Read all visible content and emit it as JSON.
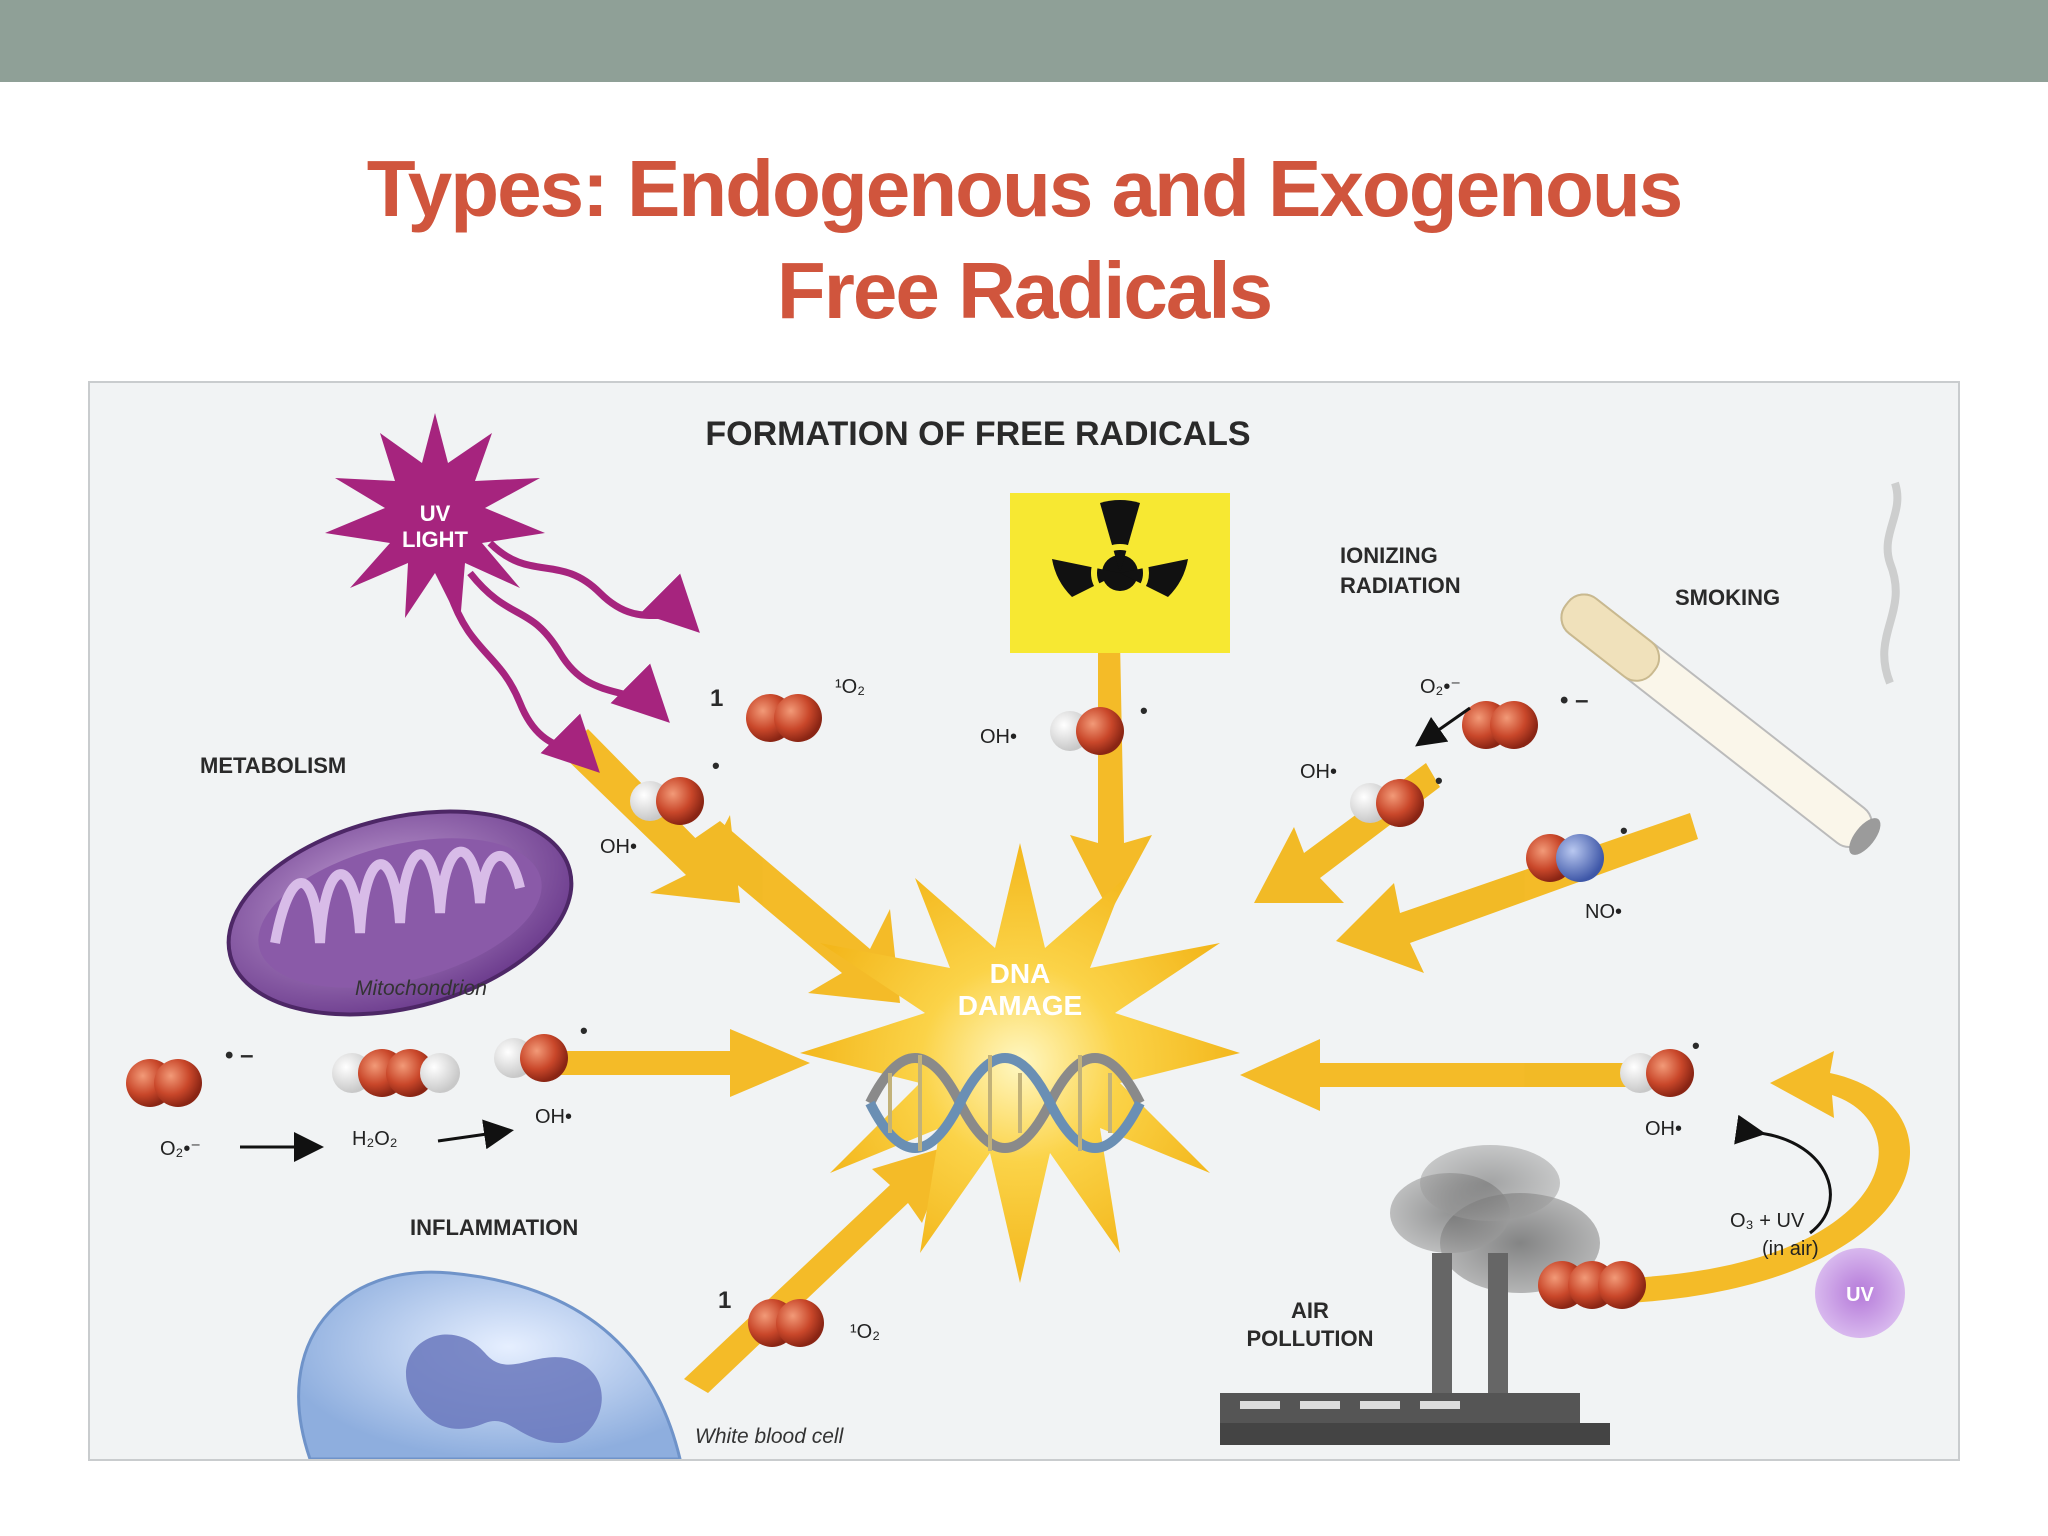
{
  "slide": {
    "title_line1": "Types: Endogenous and Exogenous",
    "title_line2": "Free Radicals"
  },
  "diagram": {
    "heading": "FORMATION OF FREE RADICALS",
    "center_line1": "DNA",
    "center_line2": "DAMAGE",
    "sources": {
      "uv_line1": "UV",
      "uv_line2": "LIGHT",
      "ionizing_line1": "IONIZING",
      "ionizing_line2": "RADIATION",
      "smoking": "SMOKING",
      "metabolism": "METABOLISM",
      "mitochondrion": "Mitochondrion",
      "inflammation": "INFLAMMATION",
      "white_blood_cell": "White blood cell",
      "air_line1": "AIR",
      "air_line2": "POLLUTION",
      "uv_small": "UV"
    },
    "molecules": {
      "singlet_number": "1",
      "singlet_o2": "¹O₂",
      "oh_radical": "OH•",
      "superoxide": "O₂•⁻",
      "dot_minus": "• –",
      "dot": "•",
      "no_radical": "NO•",
      "h2o2": "H₂O₂",
      "ozone_uv": "O₃  +  UV",
      "in_air": "(in air)"
    },
    "colors": {
      "arrow": "#f3b71c",
      "uv_burst": "#a6247e",
      "title": "#d0553d",
      "oxygen": "#c9472a",
      "hydrogen": "#f2f2f2",
      "nitrogen": "#5d79c4"
    }
  }
}
